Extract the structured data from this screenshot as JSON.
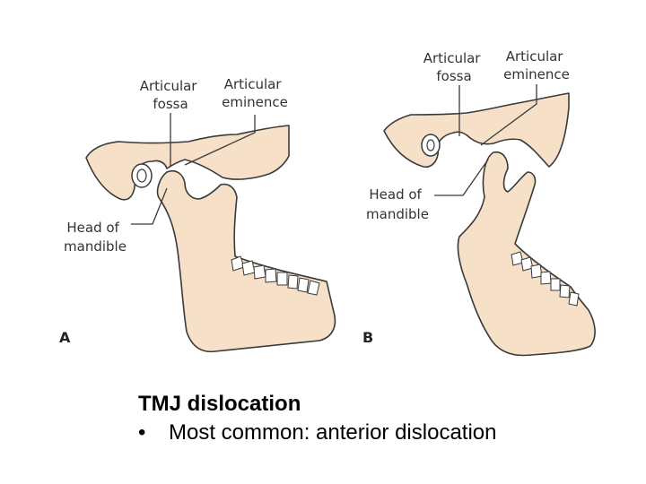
{
  "figure": {
    "panel_a": {
      "letter": "A",
      "articular_fossa": [
        "Articular",
        "fossa"
      ],
      "articular_eminence": [
        "Articular",
        "eminence"
      ],
      "head_of_mandible": [
        "Head of",
        "mandible"
      ]
    },
    "panel_b": {
      "letter": "B",
      "articular_fossa": [
        "Articular",
        "fossa"
      ],
      "articular_eminence": [
        "Articular",
        "eminence"
      ],
      "head_of_mandible": [
        "Head of",
        "mandible"
      ]
    }
  },
  "caption": {
    "title": "TMJ dislocation",
    "bullet_symbol": "•",
    "bullet_text": "Most common: anterior dislocation"
  },
  "colors": {
    "bone_fill": "#f6e1c8",
    "outline": "#3a3a3a",
    "label_text": "#333333"
  }
}
